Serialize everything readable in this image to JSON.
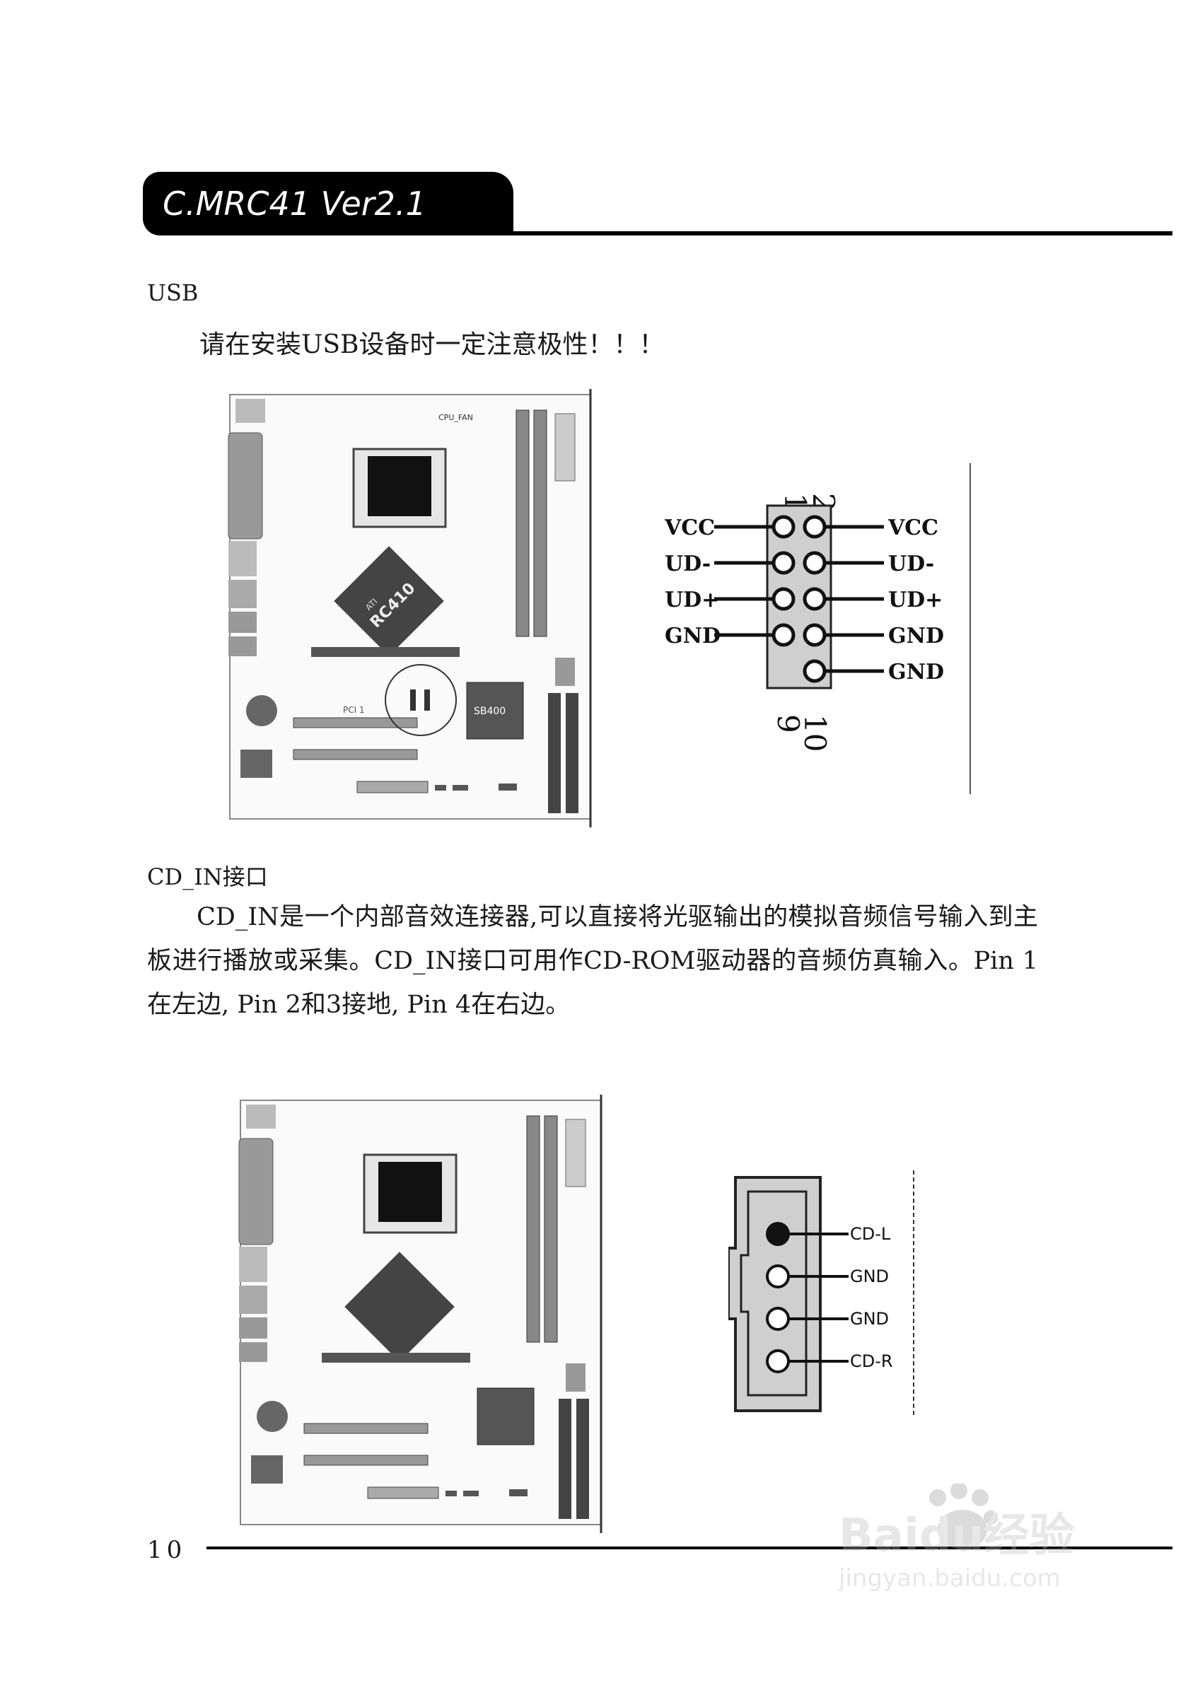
{
  "header": {
    "model": "C.MRC41 Ver2.1"
  },
  "sections": {
    "usb": {
      "title": "USB",
      "note": "请在安装USB设备时一定注意极性！！！",
      "pin_numbers": {
        "top_left": "1",
        "top_right": "2",
        "bottom_left": "9",
        "bottom_right": "10"
      },
      "pins_left": [
        "VCC",
        "UD-",
        "UD+",
        "GND"
      ],
      "pins_right": [
        "VCC",
        "UD-",
        "UD+",
        "GND",
        "GND"
      ]
    },
    "cd_in": {
      "title": "CD_IN接口",
      "body": "CD_IN是一个内部音效连接器,可以直接将光驱输出的模拟音频信号输入到主板进行播放或采集。CD_IN接口可用作CD-ROM驱动器的音频仿真输入。Pin 1在左边, Pin 2和3接地, Pin 4在右边。",
      "pins": [
        "CD-L",
        "GND",
        "GND",
        "CD-R"
      ]
    }
  },
  "board": {
    "chip_north": "RC410",
    "chip_north_small": "ATI",
    "chip_south": "SB400",
    "slot_label": "PCI 1",
    "cpu_fan": "CPU_FAN"
  },
  "footer": {
    "page": "10"
  },
  "watermark": {
    "brand": "Baidu经验",
    "url": "jingyan.baidu.com"
  }
}
